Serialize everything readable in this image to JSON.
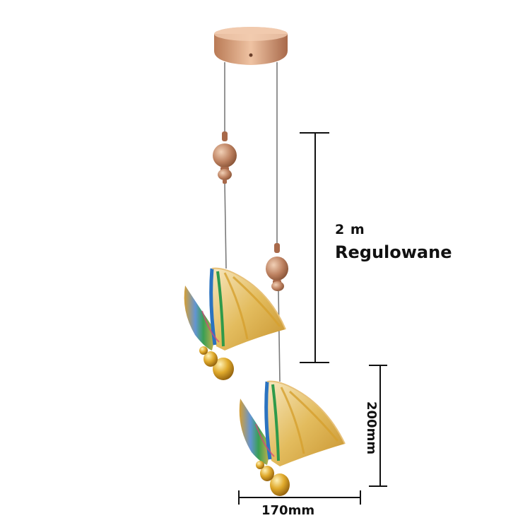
{
  "product": {
    "cable_length": "2 m",
    "cable_note": "Regulowane",
    "height": "200mm",
    "width": "170mm"
  },
  "colors": {
    "brass": "#c9956b",
    "gold": "#d8a72a",
    "dimension_line": "#111111"
  }
}
